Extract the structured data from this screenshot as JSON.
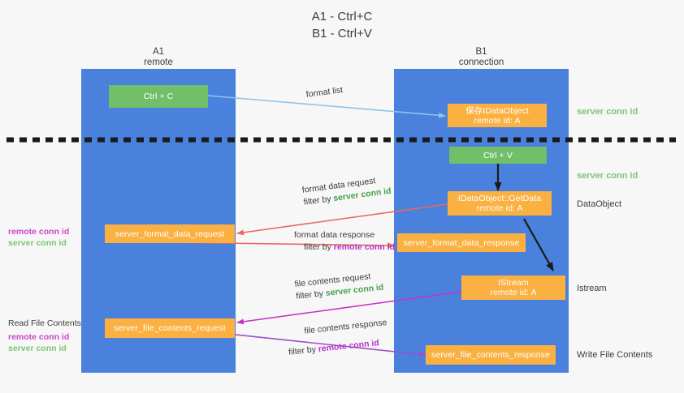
{
  "title": {
    "line1": "A1 - Ctrl+C",
    "line2": "B1 - Ctrl+V"
  },
  "lanes": [
    {
      "name": "A1",
      "sub": "remote"
    },
    {
      "name": "B1",
      "sub": "connection"
    }
  ],
  "boxes": {
    "ctrl_c": "Ctrl + C",
    "ctrl_v": "Ctrl + V",
    "data_object_save": {
      "line1": "保存IDataObject",
      "line2": "remote id: A"
    },
    "get_data": {
      "line1": "IDataObject::GetData",
      "line2": "remote id: A"
    },
    "istream": {
      "line1": "IStream",
      "line2": "remote id: A"
    },
    "server_format_data_request": "server_format_data_request",
    "server_format_data_response": "server_format_data_response",
    "server_file_contents_request": "server_file_contents_request",
    "server_file_contents_response": "server_file_contents_response"
  },
  "edges": {
    "format_list": "format list",
    "format_data_request": "format data request",
    "format_data_request_filter_prefix": "filter by ",
    "format_data_request_filter_value": "server conn id",
    "format_data_response": "format data response",
    "format_data_response_filter_prefix": "filter by ",
    "format_data_response_filter_value": "remote conn id",
    "file_contents_request": "file contents request",
    "file_contents_request_filter_prefix": "filter by ",
    "file_contents_request_filter_value": "server conn id",
    "file_contents_response": "file contents response",
    "file_contents_response_filter_prefix": "filter by ",
    "file_contents_response_filter_value": "remote conn id"
  },
  "annotations": {
    "right_server_conn_id_1": "server conn id",
    "right_server_conn_id_2": "server conn id",
    "right_data_object": "DataObject",
    "right_istream": "Istream",
    "right_write_file_contents": "Write File Contents",
    "left_remote_conn_id_1": "remote conn id",
    "left_server_conn_id_1": "server conn id",
    "left_read_file_contents": "Read File Contents",
    "left_remote_conn_id_2": "remote conn id",
    "left_server_conn_id_2": "server conn id"
  },
  "colors": {
    "background": "#f7f7f7",
    "lane_blue": "#4a81dd",
    "box_green": "#72bf6a",
    "box_orange": "#fbb042",
    "arrow_lightblue": "#8fc4ea",
    "arrow_red": "#e8685d",
    "arrow_magenta": "#c832c8",
    "arrow_purple": "#9b4fc8",
    "arrow_black": "#1a1a1a",
    "text_green": "#7cc576",
    "text_magenta": "#cc44cc",
    "text_dark": "#3c3c3c"
  }
}
